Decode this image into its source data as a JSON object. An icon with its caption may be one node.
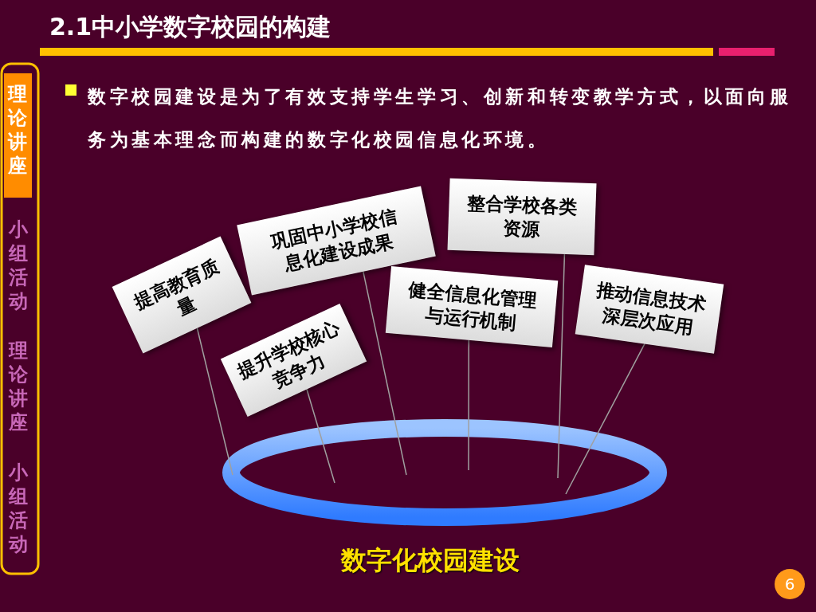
{
  "diagram": {
    "title": "2.1中小学数字校园的构建",
    "nodes": [
      {
        "text": [
          "提高教育质量"
        ]
      },
      {
        "text": [
          "巩固中小学校信息化建设成果"
        ]
      },
      {
        "text": [
          "提升学校核心竞争力"
        ]
      },
      {
        "text": [
          "整合学校各类资源"
        ]
      },
      {
        "text": [
          "健全信息化管理与运行机制"
        ]
      },
      {
        "text": [
          "推动信息技术深层次应用"
        ]
      },
      {
        "text": [],
        "shape": "ellipse",
        "beside": [
          "数字化校园建设"
        ]
      }
    ],
    "edges": [
      {
        "from": 0,
        "to": 6,
        "arrow": "none"
      },
      {
        "from": 1,
        "to": 6,
        "arrow": "none"
      },
      {
        "from": 2,
        "to": 6,
        "arrow": "none"
      },
      {
        "from": 3,
        "to": 6,
        "arrow": "none"
      },
      {
        "from": 4,
        "to": 6,
        "arrow": "none"
      },
      {
        "from": 5,
        "to": 6,
        "arrow": "none"
      }
    ],
    "labels": [
      "数字校园建设是为了有效支持学生学习、创新和转变教学方式，以面向服务为基本理念而构建的**数字化校园信息化环境**。",
      "理论讲座",
      "小组活动",
      "理论讲座",
      "小组活动",
      "6"
    ]
  }
}
